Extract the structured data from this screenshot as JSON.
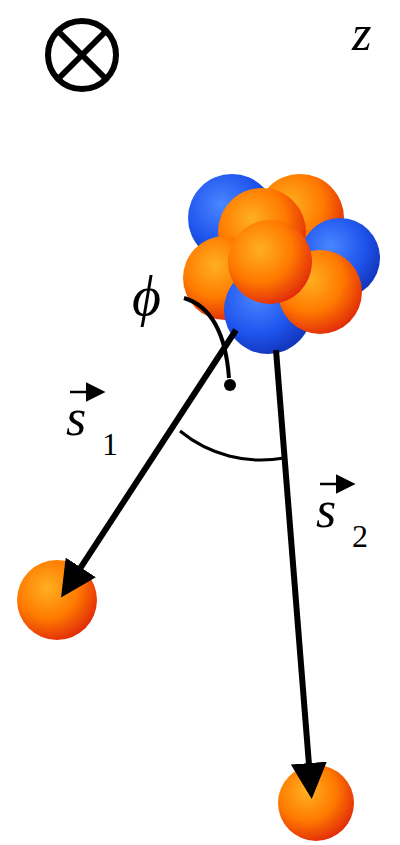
{
  "diagram": {
    "labels": [
      "z",
      "ϕ",
      "s",
      "1",
      "s",
      "2"
    ]
  }
}
